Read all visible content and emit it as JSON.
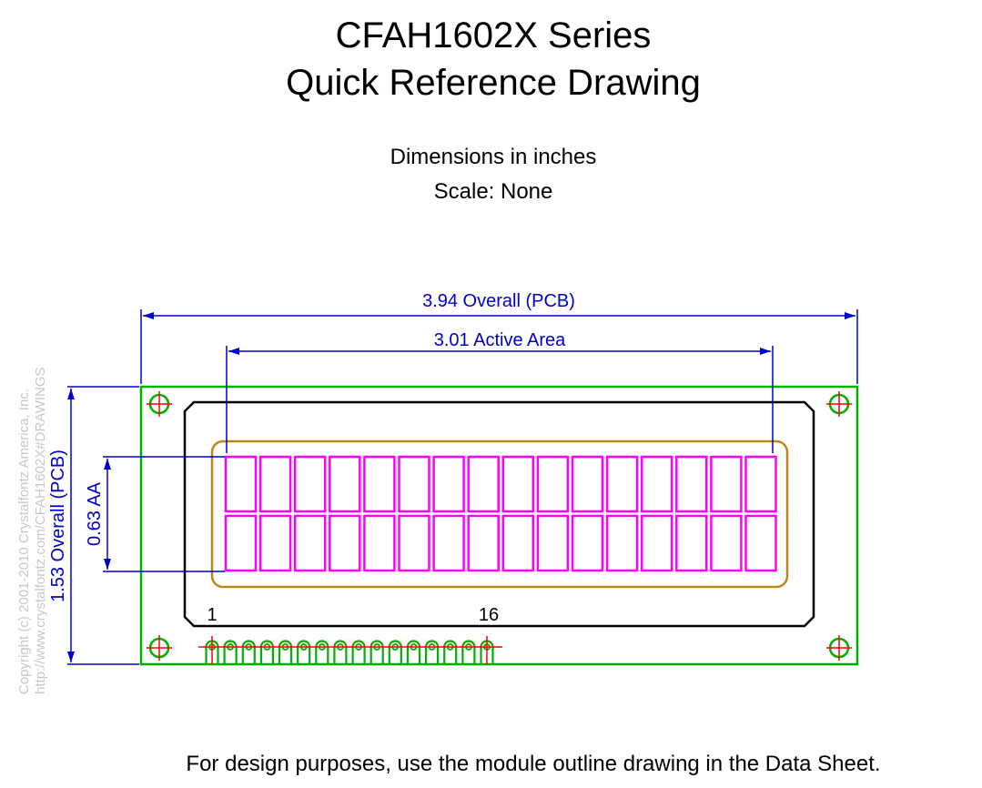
{
  "title": {
    "line1": "CFAH1602X Series",
    "line2": "Quick Reference Drawing"
  },
  "subtitle": {
    "units": "Dimensions in inches",
    "scale": "Scale: None"
  },
  "dimensions": {
    "overall_width": "3.94 Overall (PCB)",
    "active_width": "3.01 Active Area",
    "overall_height": "1.53 Overall (PCB)",
    "active_height": "0.63 AA"
  },
  "pins": {
    "first": "1",
    "last": "16",
    "count": 16
  },
  "display": {
    "columns": 16,
    "rows": 2
  },
  "copyright": {
    "line1": "Copyright (c) 2001-2010 Crystalfontz America, Inc.",
    "line2": "http://www.crystalfontz.com/CFAH1602X#DRAWINGS"
  },
  "note": "For design purposes, use the module outline drawing in the Data Sheet.",
  "colors": {
    "pcb": "#00b000",
    "bezel": "#000000",
    "viewing_area": "#b88a1c",
    "characters": "#ff00ff",
    "dimensions": "#0000cc",
    "holes": "#00b000",
    "crosshair": "#ff0000"
  }
}
